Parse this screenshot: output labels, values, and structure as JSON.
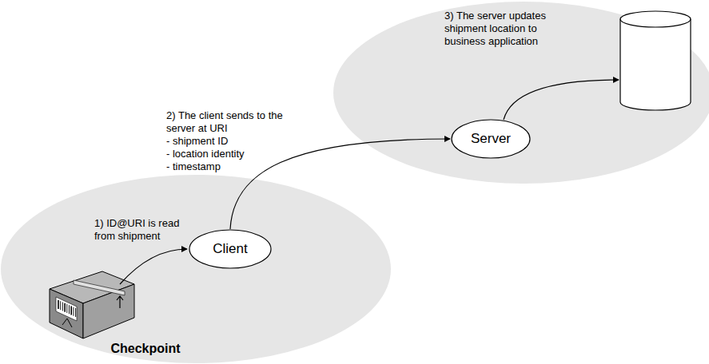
{
  "diagram": {
    "nodes": [
      {
        "text": [
          "Checkpoint"
        ]
      },
      {
        "text": [
          "Client"
        ],
        "in": 0
      },
      {
        "text": [
          "Server"
        ]
      }
    ],
    "edges": [
      {
        "from": 1,
        "to": 2,
        "arrow": "to",
        "label": "2) The client sends to the server at URI"
      }
    ],
    "labels": [
      "1) ID@URI is read from shipment",
      "- shipment ID",
      "- location identity",
      "- timestamp",
      "3) The server updates shipment location to business application"
    ]
  }
}
